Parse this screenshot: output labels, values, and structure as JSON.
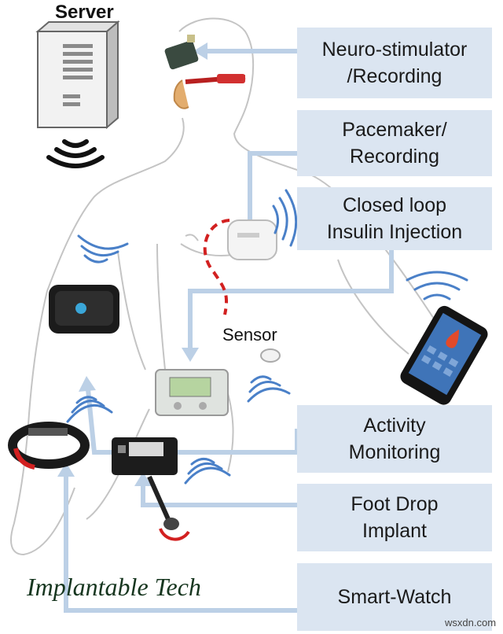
{
  "server": {
    "label": "Server"
  },
  "sensor": {
    "label": "Sensor"
  },
  "labels": [
    {
      "line1": "Neuro-stimulator",
      "line2": "/Recording"
    },
    {
      "line1": "Pacemaker/",
      "line2": "Recording"
    },
    {
      "line1": "Closed loop",
      "line2": "Insulin Injection"
    },
    {
      "line1": "Activity",
      "line2": "Monitoring"
    },
    {
      "line1": "Foot Drop",
      "line2": "Implant"
    },
    {
      "line1": "Smart-Watch",
      "line2": ""
    }
  ],
  "caption": "Implantable Tech",
  "watermark": "wsxdn.com",
  "colors": {
    "box_fill": "#dbe5f1",
    "connector": "#bcd0e6",
    "signal_waves": "#4a80c8",
    "accent_red": "#d22020",
    "caption_text": "#16361f"
  },
  "icons": [
    "server-icon",
    "neuro-stimulator-device-icon",
    "smart-glasses-icon",
    "pacemaker-icon",
    "armband-icon",
    "insulin-pump-icon",
    "sensor-patch-icon",
    "smartphone-icon",
    "activity-monitor-icon",
    "foot-drop-electrode-icon",
    "smart-watch-icon"
  ]
}
